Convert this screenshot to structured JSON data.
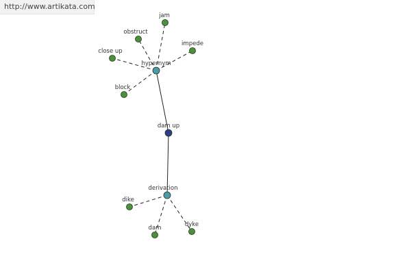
{
  "site_url": "http://www.artikata.com",
  "colors": {
    "leaf": "#4e8f3a",
    "relation": "#4b9aa8",
    "root": "#333a8c",
    "edge": "#222222",
    "stroke": "#1e3a1e"
  },
  "nodes": [
    {
      "id": "dam-up",
      "label": "dam up",
      "kind": "root"
    },
    {
      "id": "hypernym",
      "label": "hypernym",
      "kind": "relation"
    },
    {
      "id": "derivation",
      "label": "derivation",
      "kind": "relation"
    },
    {
      "id": "jam",
      "label": "jam",
      "kind": "leaf"
    },
    {
      "id": "obstruct",
      "label": "obstruct",
      "kind": "leaf"
    },
    {
      "id": "impede",
      "label": "impede",
      "kind": "leaf"
    },
    {
      "id": "close-up",
      "label": "close up",
      "kind": "leaf"
    },
    {
      "id": "block",
      "label": "block",
      "kind": "leaf"
    },
    {
      "id": "dike",
      "label": "dike",
      "kind": "leaf"
    },
    {
      "id": "dam",
      "label": "dam",
      "kind": "leaf"
    },
    {
      "id": "dyke",
      "label": "dyke",
      "kind": "leaf"
    }
  ],
  "edges": [
    {
      "from": "dam-up",
      "to": "hypernym",
      "style": "solid"
    },
    {
      "from": "dam-up",
      "to": "derivation",
      "style": "solid"
    },
    {
      "from": "hypernym",
      "to": "jam",
      "style": "dashed"
    },
    {
      "from": "hypernym",
      "to": "obstruct",
      "style": "dashed"
    },
    {
      "from": "hypernym",
      "to": "impede",
      "style": "dashed"
    },
    {
      "from": "hypernym",
      "to": "close-up",
      "style": "dashed"
    },
    {
      "from": "hypernym",
      "to": "block",
      "style": "dashed"
    },
    {
      "from": "derivation",
      "to": "dike",
      "style": "dashed"
    },
    {
      "from": "derivation",
      "to": "dam",
      "style": "dashed"
    },
    {
      "from": "derivation",
      "to": "dyke",
      "style": "dashed"
    }
  ]
}
